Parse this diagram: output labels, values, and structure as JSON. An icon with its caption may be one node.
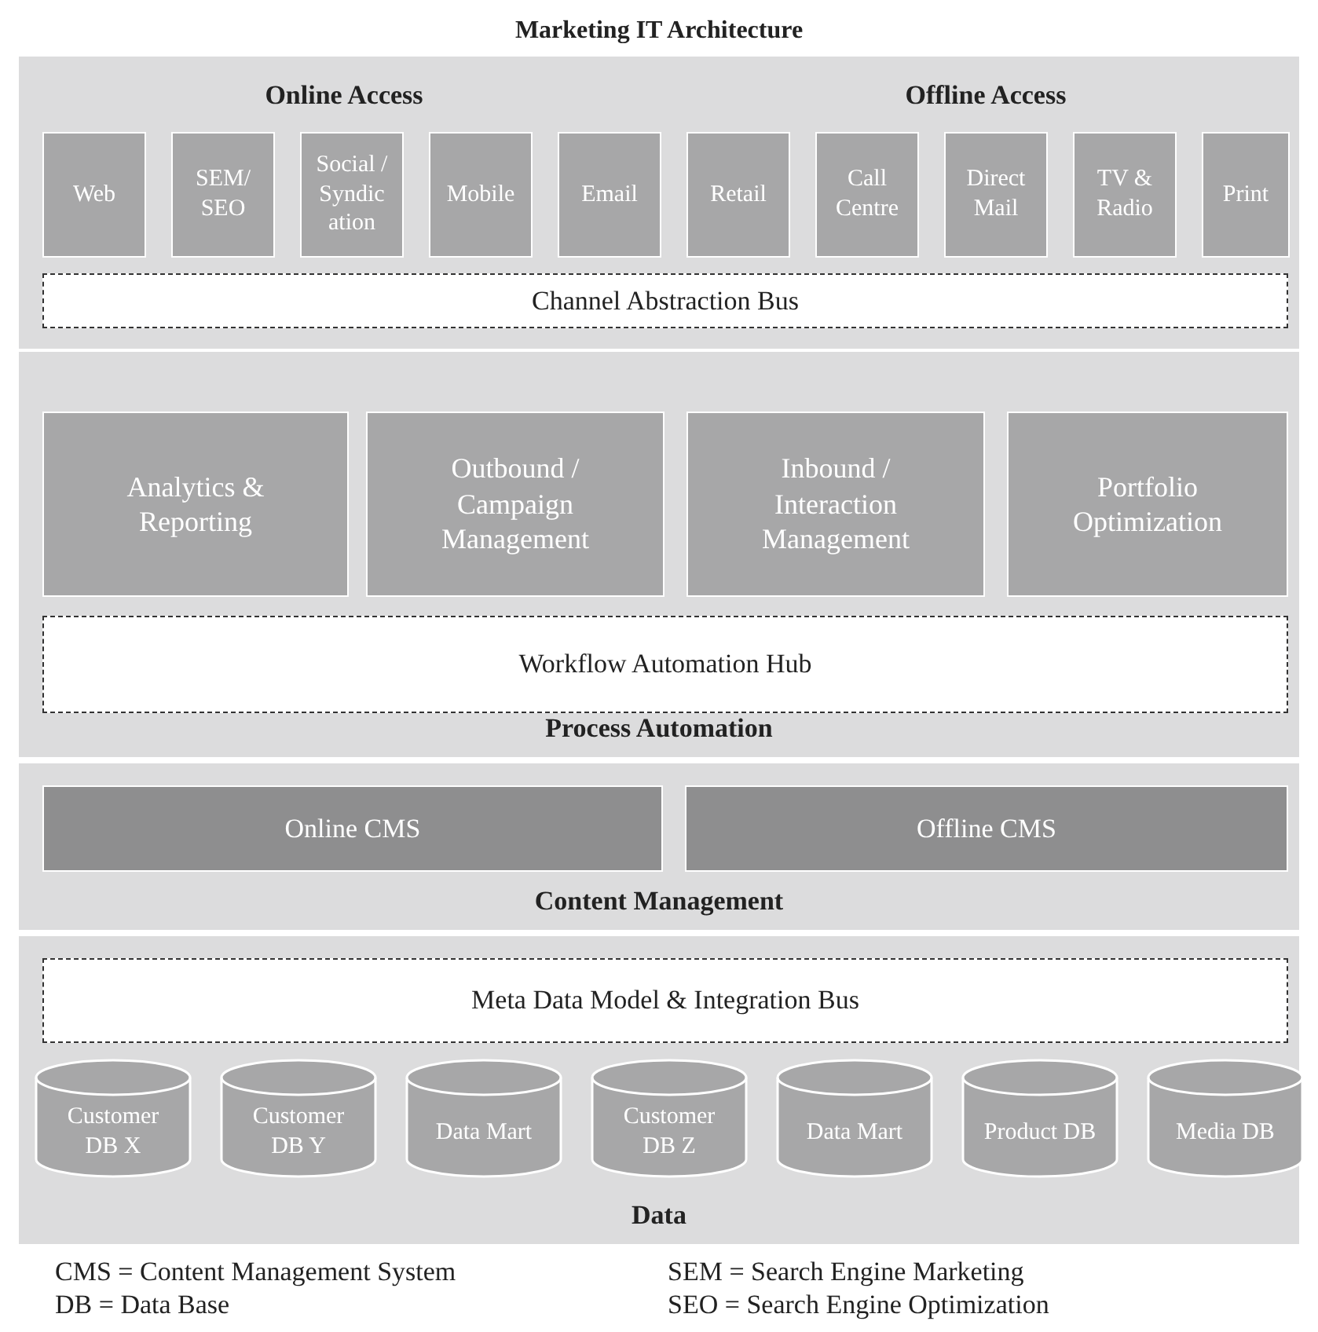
{
  "diagram": {
    "title": "Marketing IT Architecture",
    "nodes": [
      {
        "text": [
          "Online Access"
        ]
      },
      {
        "text": [
          "Web"
        ],
        "in": 0
      },
      {
        "text": [
          "SEM/ SEO"
        ],
        "in": 0
      },
      {
        "text": [
          "Social / Syndic ation"
        ],
        "in": 0
      },
      {
        "text": [
          "Mobile"
        ],
        "in": 0
      },
      {
        "text": [
          "Email"
        ],
        "in": 0
      },
      {
        "text": [
          "Offline Access"
        ]
      },
      {
        "text": [
          "Retail"
        ],
        "in": 6
      },
      {
        "text": [
          "Call Centre"
        ],
        "in": 6
      },
      {
        "text": [
          "Direct Mail"
        ],
        "in": 6
      },
      {
        "text": [
          "TV & Radio"
        ],
        "in": 6
      },
      {
        "text": [
          "Print"
        ],
        "in": 6
      },
      {
        "text": [
          "Channel Abstraction Bus"
        ]
      },
      {
        "text": [
          "Process Automation"
        ]
      },
      {
        "text": [
          "Analytics & Reporting"
        ],
        "in": 13
      },
      {
        "text": [
          "Outbound / Campaign Management"
        ],
        "in": 13
      },
      {
        "text": [
          "Inbound / Interaction Management"
        ],
        "in": 13
      },
      {
        "text": [
          "Portfolio Optimization"
        ],
        "in": 13
      },
      {
        "text": [
          "Workflow Automation Hub"
        ],
        "in": 13
      },
      {
        "text": [
          "Content Management"
        ]
      },
      {
        "text": [
          "Online CMS"
        ],
        "in": 19
      },
      {
        "text": [
          "Offline CMS"
        ],
        "in": 19
      },
      {
        "text": [
          "Data"
        ]
      },
      {
        "text": [
          "Meta Data Model & Integration Bus"
        ],
        "in": 22
      },
      {
        "text": [
          "Customer DB X"
        ],
        "in": 22
      },
      {
        "text": [
          "Customer DB Y"
        ],
        "in": 22
      },
      {
        "text": [
          "Data Mart"
        ],
        "in": 22
      },
      {
        "text": [
          "Customer DB Z"
        ],
        "in": 22
      },
      {
        "text": [
          "Data Mart"
        ],
        "in": 22
      },
      {
        "text": [
          "Product DB"
        ],
        "in": 22
      },
      {
        "text": [
          "Media DB"
        ],
        "in": 22
      }
    ],
    "labels": [
      "CMS = Content Management System",
      "SEM = Search Engine Marketing",
      "DB = Data Base",
      "SEO = Search Engine Optimization"
    ]
  }
}
